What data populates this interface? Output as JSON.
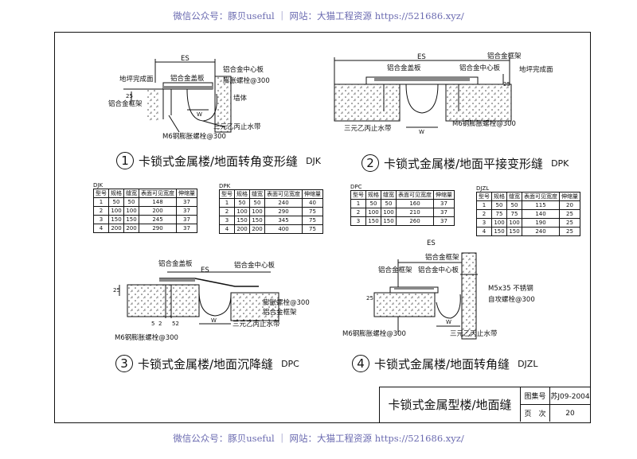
{
  "watermark": {
    "top": "微信公众号：豚贝useful ｜ 网站：大猫工程资源 https://521686.xyz/",
    "bottom": "微信公众号：豚贝useful ｜ 网站：大猫工程资源 https://521686.xyz/"
  },
  "diagrams": {
    "d1": {
      "number": "1",
      "caption": "卡锁式金属楼/地面转角变形缝",
      "code": "DJK",
      "labels": {
        "es": "ES",
        "floor": "地坪完成面",
        "cover": "铝合金盖板",
        "center": "铝合金中心板",
        "bolt": "膨胀螺栓@300",
        "frame": "铝合金框架",
        "wall": "墙体",
        "d25": "25",
        "w": "W",
        "epdm": "三元乙丙止水带",
        "m6": "M6钢膨胀螺栓@300"
      }
    },
    "d2": {
      "number": "2",
      "caption": "卡锁式金属楼/地面平接变形缝",
      "code": "DPK",
      "labels": {
        "es": "ES",
        "frame": "铝合金框架",
        "center": "铝合金中心板",
        "cover": "铝合金盖板",
        "floor": "地坪完成面",
        "d25": "25",
        "w": "W",
        "epdm": "三元乙丙止水带",
        "m6": "M6钢膨胀螺栓@300"
      }
    },
    "d3": {
      "number": "3",
      "caption": "卡锁式金属楼/地面沉降缝",
      "code": "DPC",
      "labels": {
        "cover": "铝合金盖板",
        "es": "ES",
        "center": "铝合金中心板",
        "d25": "25",
        "bolt": "膨胀螺栓@300",
        "frame": "铝合金框架",
        "epdm": "三元乙丙止水带",
        "m6": "M6钢膨胀螺栓@300",
        "d52a": "5",
        "d52b": "2",
        "d52c": "52",
        "w": "W"
      }
    },
    "d4": {
      "number": "4",
      "caption": "卡锁式金属楼/地面转角缝",
      "code": "DJZL",
      "labels": {
        "es": "ES",
        "frame_top": "铝合金框架",
        "frame": "铝合金框架",
        "center": "铝合金中心板",
        "screw": "M5x35 不锈钢",
        "screw2": "自攻螺栓@300",
        "d25": "25",
        "w": "W",
        "m6": "M6钢膨胀螺栓@300",
        "epdm": "三元乙丙止水带"
      }
    }
  },
  "tables": {
    "headers": [
      "型号",
      "规格",
      "缝宽",
      "表面可见宽度",
      "伸缩量"
    ],
    "djk": {
      "code": "DJK",
      "rows": [
        [
          "1",
          "50",
          "50",
          "148",
          "37"
        ],
        [
          "2",
          "100",
          "100",
          "200",
          "37"
        ],
        [
          "3",
          "150",
          "150",
          "245",
          "37"
        ],
        [
          "4",
          "200",
          "200",
          "290",
          "37"
        ]
      ]
    },
    "dpk": {
      "code": "DPK",
      "rows": [
        [
          "1",
          "50",
          "50",
          "240",
          "40"
        ],
        [
          "2",
          "100",
          "100",
          "290",
          "75"
        ],
        [
          "3",
          "150",
          "150",
          "345",
          "75"
        ],
        [
          "4",
          "200",
          "200",
          "400",
          "75"
        ]
      ]
    },
    "dpc": {
      "code": "DPC",
      "rows": [
        [
          "1",
          "50",
          "50",
          "160",
          "37"
        ],
        [
          "2",
          "100",
          "100",
          "210",
          "37"
        ],
        [
          "3",
          "150",
          "150",
          "260",
          "37"
        ]
      ]
    },
    "djzl": {
      "code": "DJZL",
      "rows": [
        [
          "1",
          "50",
          "50",
          "115",
          "20"
        ],
        [
          "2",
          "75",
          "75",
          "140",
          "25"
        ],
        [
          "3",
          "100",
          "100",
          "190",
          "25"
        ],
        [
          "4",
          "150",
          "150",
          "240",
          "25"
        ]
      ]
    }
  },
  "title_block": {
    "title": "卡锁式金属型楼/地面缝",
    "atlas_label": "图集号",
    "atlas_value": "苏J09-2004",
    "page_label": "页　次",
    "page_value": "20"
  }
}
